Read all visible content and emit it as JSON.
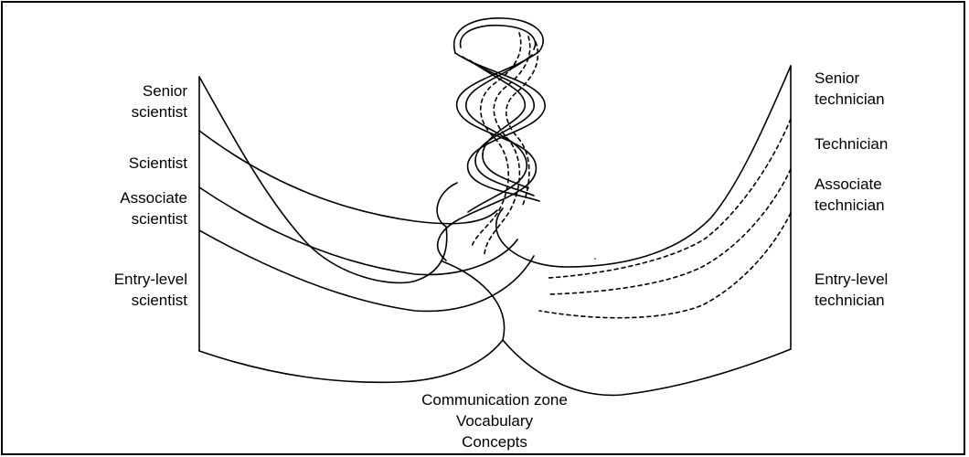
{
  "left_labels": {
    "senior_scientist": [
      "Senior",
      "scientist"
    ],
    "scientist": "Scientist",
    "associate_scientist": [
      "Associate",
      "scientist"
    ],
    "entry_level_scientist": [
      "Entry-level",
      "scientist"
    ]
  },
  "right_labels": {
    "senior_technician": [
      "Senior",
      "technician"
    ],
    "technician": "Technician",
    "associate_technician": [
      "Associate",
      "technician"
    ],
    "entry_level_technician": [
      "Entry-level",
      "technician"
    ]
  },
  "bottom_labels": {
    "line1": "Communication zone",
    "line2": "Vocabulary",
    "line3": "Concepts"
  }
}
